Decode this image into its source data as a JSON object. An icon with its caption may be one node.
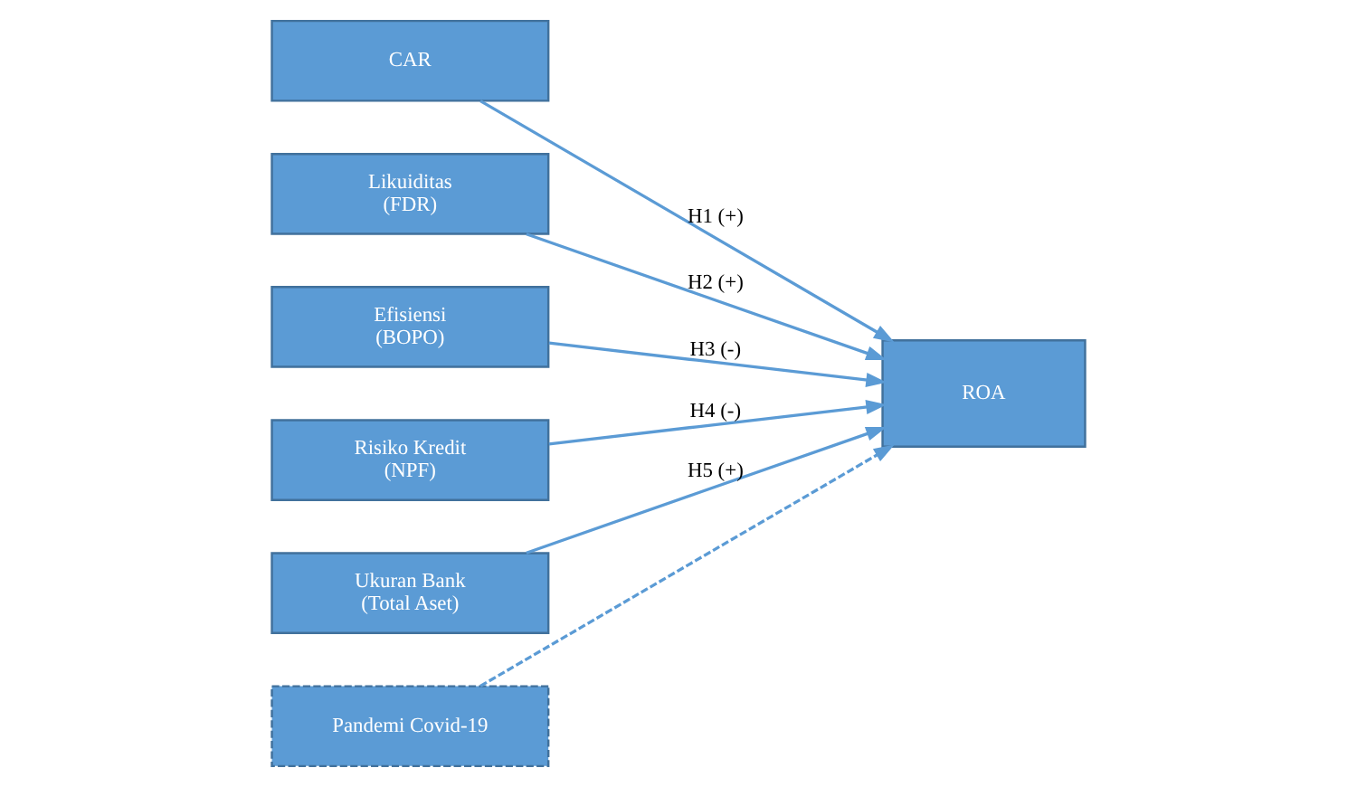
{
  "diagram": {
    "nodes": [
      {
        "text": [
          "CAR"
        ]
      },
      {
        "text": [
          "Likuiditas (FDR)"
        ]
      },
      {
        "text": [
          "Efisiensi (BOPO)"
        ]
      },
      {
        "text": [
          "Risiko Kredit (NPF)"
        ]
      },
      {
        "text": [
          "Ukuran Bank (Total Aset)"
        ]
      },
      {
        "text": [
          "ROA"
        ]
      },
      {
        "text": [
          "Pandemi Covid-19"
        ]
      }
    ],
    "edges": [
      {
        "from": 0,
        "to": 5,
        "arrow": "to",
        "label": "H1 (+)"
      },
      {
        "from": 1,
        "to": 5,
        "arrow": "to",
        "label": "H2 (+)"
      },
      {
        "from": 2,
        "to": 5,
        "arrow": "to",
        "label": "H3 (-)"
      },
      {
        "from": 3,
        "to": 5,
        "arrow": "to",
        "label": "H4 (-)"
      },
      {
        "from": 4,
        "to": 5,
        "arrow": "to",
        "label": "H5 (+)"
      },
      {
        "from": 6,
        "to": 5,
        "arrow": "to",
        "style": "dashed"
      }
    ]
  }
}
